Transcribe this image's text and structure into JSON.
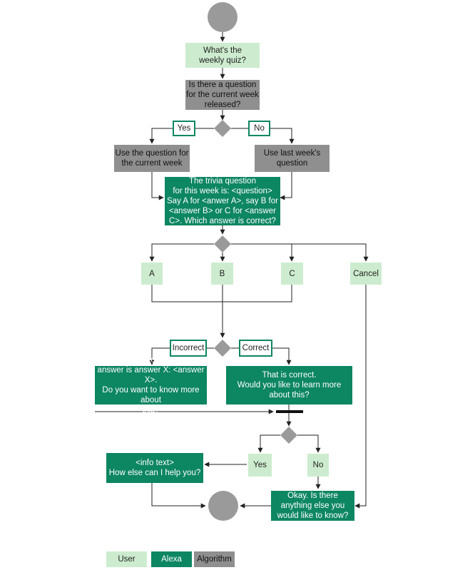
{
  "nodes": {
    "ask_quiz": "What's the\nweekly quiz?",
    "question_released": "Is there a question\nfor the current week\nreleased?",
    "yes_top": "Yes",
    "no_top": "No",
    "use_current": "Use the question for\nthe current week",
    "use_last": "Use last week's\nquestion",
    "trivia": "The trivia question\nfor this week is: <question>\nSay A for <anwer A>, say B for\n<answer B> or C for <answer\nC>. Which answer is correct?",
    "opt_a": "A",
    "opt_b": "B",
    "opt_c": "C",
    "opt_cancel": "Cancel",
    "incorrect_label": "Incorrect",
    "correct_label": "Correct",
    "incorrect_msg": "That is incorrect. The correct\nanswer is answer X: <answer X>.\nDo you want to know more about\nthis?",
    "correct_msg": "That is correct.\nWould you like to learn more\nabout this?",
    "yes_bottom": "Yes",
    "no_bottom": "No",
    "info": "<info text>\nHow else can I help you?",
    "okay": "Okay.  Is there\nanything else you\nwould like to know?"
  },
  "legend": {
    "user": "User",
    "alexa": "Alexa",
    "algorithm": "Algorithm"
  },
  "colors": {
    "user": "#cdeccf",
    "alexa": "#0d8662",
    "algorithm": "#8f8f8f",
    "shape_grey": "#9a9a9a",
    "line": "#222222"
  }
}
